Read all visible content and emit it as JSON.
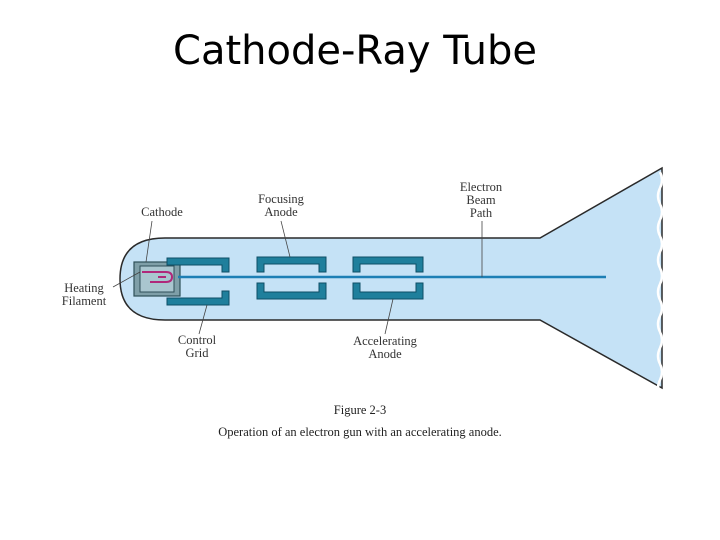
{
  "slide": {
    "title": "Cathode-Ray Tube"
  },
  "labels": {
    "cathode": "Cathode",
    "focusing_anode_1": "Focusing",
    "focusing_anode_2": "Anode",
    "electron_beam_path_1": "Electron",
    "electron_beam_path_2": "Beam",
    "electron_beam_path_3": "Path",
    "heating_filament_1": "Heating",
    "heating_filament_2": "Filament",
    "control_grid_1": "Control",
    "control_grid_2": "Grid",
    "accelerating_anode_1": "Accelerating",
    "accelerating_anode_2": "Anode"
  },
  "caption": {
    "figure_number": "Figure 2-3",
    "text": "Operation of an electron gun with an accelerating anode."
  },
  "colors": {
    "tube_fill": "#c5e2f6",
    "tube_outline": "#2a2a2a",
    "electrode_fill": "#1f7f9c",
    "electrode_outline": "#0e4f66",
    "beam": "#1d7fb5",
    "filament": "#b0287a"
  }
}
